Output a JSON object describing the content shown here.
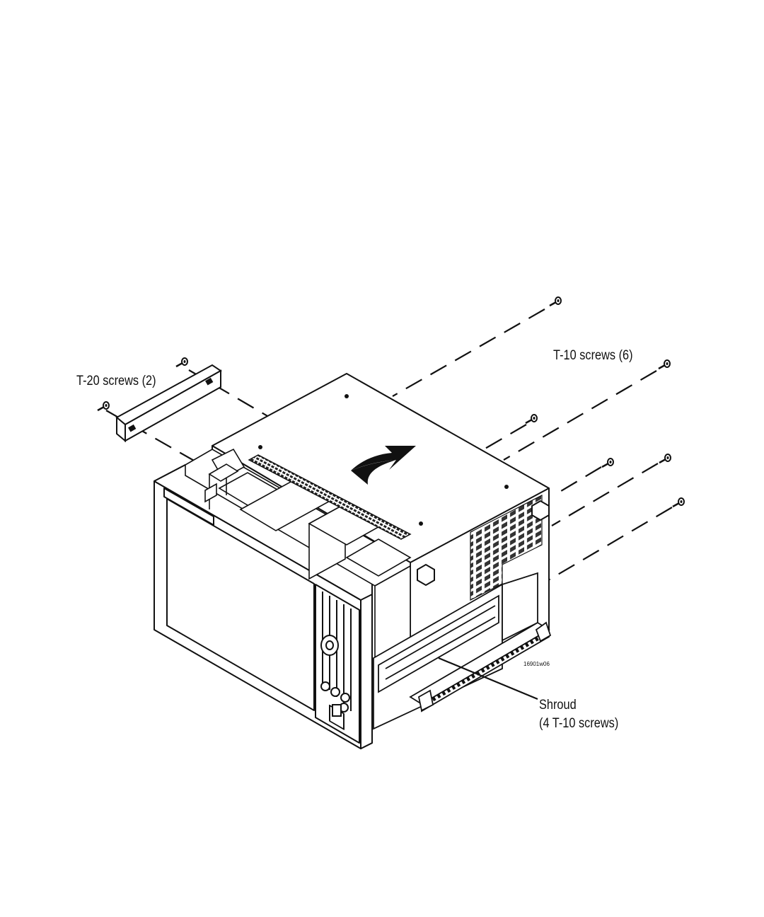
{
  "labels": {
    "t20": "T-20 screws (2)",
    "t10": "T-10 screws (6)",
    "shroud_line1": "Shroud",
    "shroud_line2": "(4 T-10 screws)",
    "figure_ref": "16901w06"
  },
  "colors": {
    "line": "#111111",
    "vent": "#222222",
    "panel": "#ffffff"
  },
  "icons": {
    "screw": "screw-icon",
    "arrow": "curved-arrow-icon",
    "knob": "knob-icon"
  }
}
